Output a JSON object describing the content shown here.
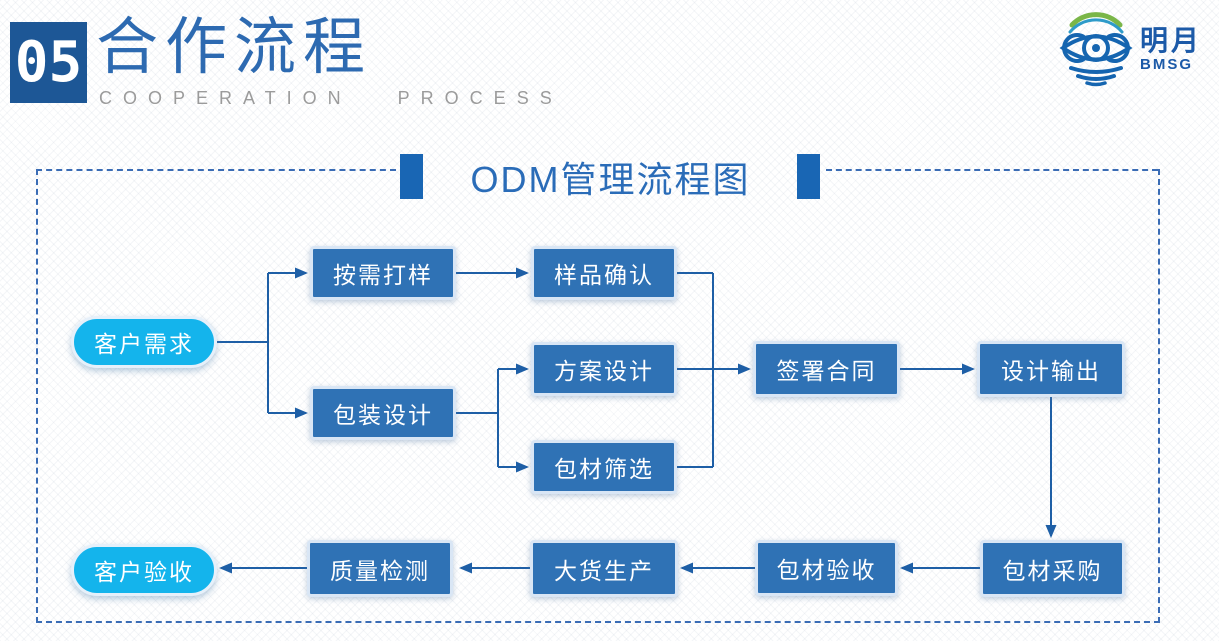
{
  "header": {
    "number": "05",
    "title": "合作流程",
    "subtitle": "COOPERATION PROCESS"
  },
  "logo": {
    "name": "明月",
    "abbr": "BMSG"
  },
  "diagram": {
    "title": "ODM管理流程图",
    "nodes": {
      "start": "客户需求",
      "sample": "按需打样",
      "sample_confirm": "样品确认",
      "package_design": "包装设计",
      "plan_design": "方案设计",
      "material_select": "包材筛选",
      "sign_contract": "签署合同",
      "design_output": "设计输出",
      "material_purchase": "包材采购",
      "material_accept": "包材验收",
      "mass_production": "大货生产",
      "quality_check": "质量检测",
      "end": "客户验收"
    },
    "edges": [
      {
        "from": "客户需求",
        "to": "按需打样"
      },
      {
        "from": "客户需求",
        "to": "包装设计"
      },
      {
        "from": "按需打样",
        "to": "样品确认"
      },
      {
        "from": "样品确认",
        "to": "签署合同"
      },
      {
        "from": "包装设计",
        "to": "方案设计"
      },
      {
        "from": "包装设计",
        "to": "包材筛选"
      },
      {
        "from": "方案设计",
        "to": "签署合同"
      },
      {
        "from": "包材筛选",
        "to": "签署合同"
      },
      {
        "from": "签署合同",
        "to": "设计输出"
      },
      {
        "from": "设计输出",
        "to": "包材采购"
      },
      {
        "from": "包材采购",
        "to": "包材验收"
      },
      {
        "from": "包材验收",
        "to": "大货生产"
      },
      {
        "from": "大货生产",
        "to": "质量检测"
      },
      {
        "from": "质量检测",
        "to": "客户验收"
      }
    ],
    "colors": {
      "box_fill": "#2f72b5",
      "pill_fill": "#14b4ec",
      "line": "#1e5fa6",
      "dashed_border": "#3a6cb5",
      "title_text": "#2a6cb8",
      "header_number_bg": "#1d5796"
    }
  }
}
